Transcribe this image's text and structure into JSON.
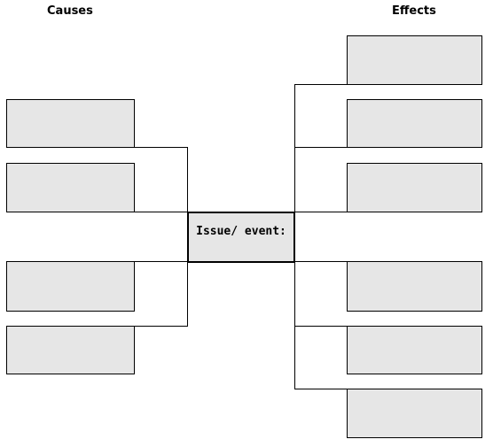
{
  "headings": {
    "causes": "Causes",
    "effects": "Effects"
  },
  "center": {
    "label": "Issue/ event:"
  }
}
